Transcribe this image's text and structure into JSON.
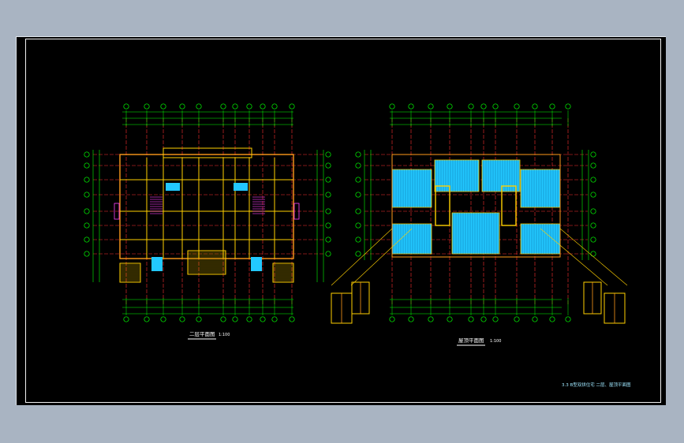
{
  "colors": {
    "background_outer": "#a9b4c2",
    "sheet": "#000000",
    "dim_green": "#00ff00",
    "axis_red": "#ff3030",
    "wall_yellow": "#ffd000",
    "wall_orange": "#ff9a1a",
    "hatch_cyan": "#22c8ff",
    "window_magenta": "#ff40ff",
    "text_white": "#ffffff",
    "title_cyan": "#9fe7ff"
  },
  "drawing": {
    "left_plan_caption": "二层平面图",
    "left_plan_scale": "1:100",
    "right_plan_caption": "屋顶平面图",
    "right_plan_scale": "1:100",
    "sheet_title": "3.3  B型双拼住宅  二层、屋顶平面图"
  }
}
